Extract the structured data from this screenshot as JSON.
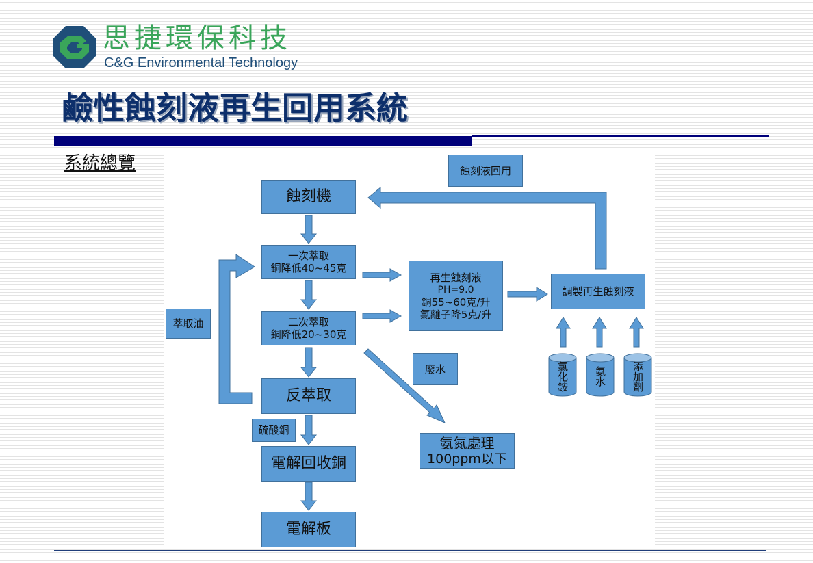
{
  "logo": {
    "company_cn": "思捷環保科技",
    "company_en": "C&G Environmental Technology",
    "icon": "cg-logo-icon"
  },
  "page": {
    "title": "鹼性蝕刻液再生回用系統",
    "subtitle": "系統總覽"
  },
  "diagram": {
    "nodes": {
      "etcher": "蝕刻機",
      "recycle": "蝕刻液回用",
      "ext1_line1": "一次萃取",
      "ext1_line2": "銅降低40~45克",
      "ext2_line1": "二次萃取",
      "ext2_line2": "銅降低20~30克",
      "regen_line1": "再生蝕刻液",
      "regen_line2": "PH=9.0",
      "regen_line3": "銅55~60克/升",
      "regen_line4": "氯離子降5克/升",
      "prepare": "調製再生蝕刻液",
      "oil": "萃取油",
      "back_extract": "反萃取",
      "wastewater": "廢水",
      "copper_sulfate": "硫酸銅",
      "electro_recover": "電解回收銅",
      "ammonia_line1": "氨氮處理",
      "ammonia_line2": "100ppm以下",
      "plate": "電解板"
    },
    "tanks": {
      "ammonium_chloride": "氯化銨",
      "ammonia_water": "氨水",
      "additive": "添加劑"
    },
    "colors": {
      "box_fill": "#5b9bd5",
      "box_border": "#41719c",
      "arrow": "#5b9bd5",
      "title": "#0d2f6b",
      "logo_green": "#3aa55a",
      "logo_blue": "#1f4e79"
    }
  }
}
